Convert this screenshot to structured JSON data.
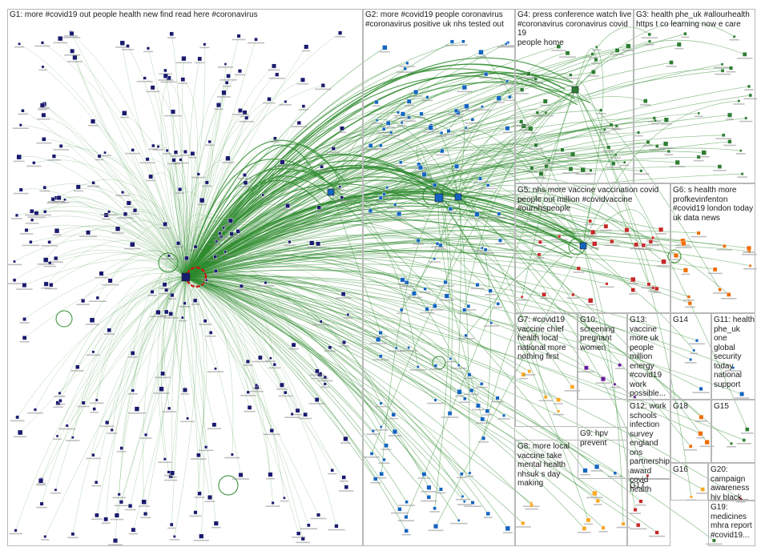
{
  "title": "",
  "groups": [
    {
      "id": "G1",
      "label": "G1: more #covid19 out people health new find read here #coronavirus",
      "color": "#1a1a6e"
    },
    {
      "id": "G2",
      "label": "G2: more #covid19 people coronavirus\n#coronavirus positive uk nhs tested out",
      "color": "#1565c0"
    },
    {
      "id": "G4",
      "label": "G4: press conference watch live\n#coronavirus coronavirus covid 19\npeople home",
      "color": "#2e7d32"
    },
    {
      "id": "G3",
      "label": "G3: health phe_uk #allourhealth\nhttps t co learning now e care",
      "color": "#2e7d32"
    },
    {
      "id": "G5",
      "label": "G5: nhs more vaccine vaccination covid\npeople out million #covidvaccine\n#ournhspeople",
      "color": "#c62828"
    },
    {
      "id": "G6",
      "label": "G6: s health more\nprofkevinfenton\n#covid19 london today\nuk data news",
      "color": "#ef6c00"
    },
    {
      "id": "G7",
      "label": "G7: #covid19\nvaccine chief\nhealth local\nnational more\nnothing first",
      "color": "#f9a825"
    },
    {
      "id": "G10",
      "label": "G10:\nscreening\npregnant\nwomen",
      "color": "#6a1b9a"
    },
    {
      "id": "G13",
      "label": "G13:\nvaccine\nmore uk\npeople\nmillion\nenergy\n#covid19\nwork\npossible...",
      "color": "#6a1b9a"
    },
    {
      "id": "G14",
      "label": "G14",
      "color": "#1565c0"
    },
    {
      "id": "G11",
      "label": "G11: health\nphe_uk one\nglobal\nsecurity\ntoday\nnational\nsupport",
      "color": "#1565c0"
    },
    {
      "id": "G12",
      "label": "G12: work\nschools\ninfection\nsurvey\nengland ons\npartnership\naward covid\nhealth",
      "color": "#c62828"
    },
    {
      "id": "G18",
      "label": "G18",
      "color": "#ef6c00"
    },
    {
      "id": "G15",
      "label": "G15",
      "color": "#2e7d32"
    },
    {
      "id": "G9",
      "label": "G9: hpv\nprevent",
      "color": "#1565c0"
    },
    {
      "id": "G8",
      "label": "G8: more local\nvaccine take\nmental health\nnhsuk s day\nmaking",
      "color": "#f9a825"
    },
    {
      "id": "G16",
      "label": "G16",
      "color": "#f9a825"
    },
    {
      "id": "G20",
      "label": "G20:\ncampaign\nawareness\nhiv black...",
      "color": "#c62828"
    },
    {
      "id": "G17",
      "label": "G17",
      "color": "#c62828"
    },
    {
      "id": "G19",
      "label": "G19:\nmedicines\nmhra report\n#covid19...",
      "color": "#2e7d32"
    }
  ],
  "edge_color": "#2e8b2e"
}
